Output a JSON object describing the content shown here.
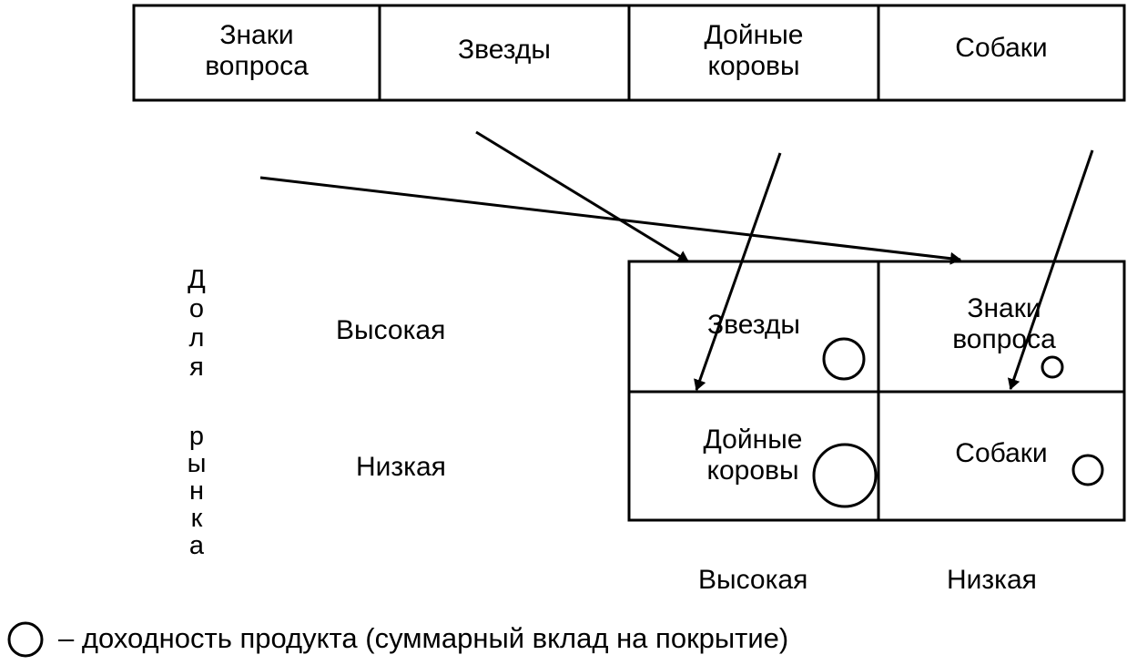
{
  "top_row": {
    "cells": [
      {
        "label": "Знаки\nвопроса"
      },
      {
        "label": "Звезды"
      },
      {
        "label": "Дойные\nкоровы"
      },
      {
        "label": "Собаки"
      }
    ]
  },
  "matrix": {
    "cells": {
      "top_left": "Звезды",
      "top_right": "Знаки\nвопроса",
      "bottom_left": "Дойные\nкоровы",
      "bottom_right": "Собаки"
    },
    "row_labels": {
      "high": "Высокая",
      "low": "Низкая"
    },
    "col_labels": {
      "high": "Высокая",
      "low": "Низкая"
    },
    "y_axis_label_line1": [
      "Д",
      "о",
      "л",
      "я"
    ],
    "y_axis_label_line2": [
      "р",
      "ы",
      "н",
      "к",
      "а"
    ]
  },
  "legend": {
    "text": "– доходность продукта (суммарный вклад на покрытие)"
  }
}
